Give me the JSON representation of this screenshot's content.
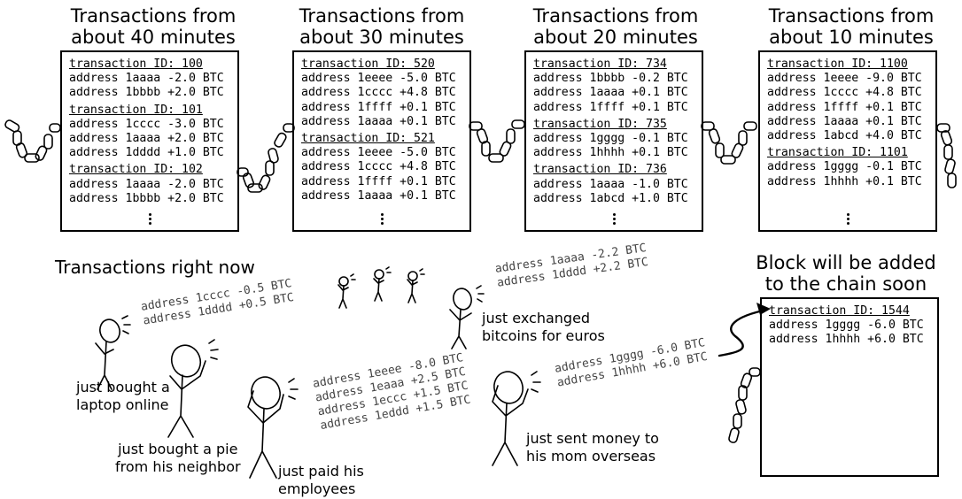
{
  "blocks": [
    {
      "title": [
        "Transactions from",
        "about 40 minutes ago"
      ],
      "transactions": [
        {
          "id": "transaction ID: 100",
          "lines": [
            "address 1aaaa -2.0 BTC",
            "address 1bbbb +2.0 BTC"
          ]
        },
        {
          "id": "transaction ID: 101",
          "lines": [
            "address 1cccc -3.0 BTC",
            "address 1aaaa +2.0 BTC",
            "address 1dddd +1.0 BTC"
          ]
        },
        {
          "id": "transaction ID: 102",
          "lines": [
            "address 1aaaa -2.0 BTC",
            "address 1bbbb +2.0 BTC"
          ]
        }
      ]
    },
    {
      "title": [
        "Transactions from",
        "about 30 minutes ago"
      ],
      "transactions": [
        {
          "id": "transaction ID: 520",
          "lines": [
            "address 1eeee -5.0 BTC",
            "address 1cccc +4.8 BTC",
            "address 1ffff +0.1 BTC",
            "address 1aaaa +0.1 BTC"
          ]
        },
        {
          "id": "transaction ID: 521",
          "lines": [
            "address 1eeee -5.0 BTC",
            "address 1cccc +4.8 BTC",
            "address 1ffff +0.1 BTC",
            "address 1aaaa +0.1 BTC"
          ]
        }
      ]
    },
    {
      "title": [
        "Transactions from",
        "about 20 minutes ago"
      ],
      "transactions": [
        {
          "id": "transaction ID: 734",
          "lines": [
            "address 1bbbb -0.2 BTC",
            "address 1aaaa +0.1 BTC",
            "address 1ffff +0.1 BTC"
          ]
        },
        {
          "id": "transaction ID: 735",
          "lines": [
            "address 1gggg -0.1 BTC",
            "address 1hhhh +0.1 BTC"
          ]
        },
        {
          "id": "transaction ID: 736",
          "lines": [
            "address 1aaaa -1.0 BTC",
            "address 1abcd +1.0 BTC"
          ]
        }
      ]
    },
    {
      "title": [
        "Transactions from",
        "about 10 minutes ago"
      ],
      "transactions": [
        {
          "id": "transaction ID: 1100",
          "lines": [
            "address 1eeee -9.0 BTC",
            "address 1cccc +4.8 BTC",
            "address 1ffff +0.1 BTC",
            "address 1aaaa +0.1 BTC",
            "address 1abcd +4.0 BTC"
          ]
        },
        {
          "id": "transaction ID: 1101",
          "lines": [
            "address 1gggg -0.1 BTC",
            "address 1hhhh +0.1 BTC"
          ]
        }
      ]
    }
  ],
  "now": {
    "heading": "Transactions right now",
    "pending_title": [
      "Block will be added",
      "to the chain soon"
    ],
    "pending_block": {
      "id": "transaction ID: 1544",
      "lines": [
        "address 1gggg -6.0 BTC",
        "address 1hhhh +6.0 BTC"
      ]
    },
    "tx_laptop": [
      "address 1cccc -0.5 BTC",
      "address 1dddd +0.5 BTC"
    ],
    "tx_euros": [
      "address 1aaaa -2.2 BTC",
      "address 1dddd +2.2 BTC"
    ],
    "tx_employees": [
      "address 1eeee -8.0 BTC",
      "address 1eaaa +2.5 BTC",
      "address 1eccc +1.5 BTC",
      "address 1eddd +1.5 BTC"
    ],
    "tx_mom": [
      "address 1gggg -6.0 BTC",
      "address 1hhhh +6.0 BTC"
    ],
    "captions": {
      "laptop": [
        "just bought a",
        "laptop online"
      ],
      "pie": [
        "just bought a pie",
        "from his neighbor"
      ],
      "employees": [
        "just paid his",
        "employees"
      ],
      "euros": [
        "just exchanged",
        "bitcoins for euros"
      ],
      "mom": [
        "just sent money to",
        "his mom overseas"
      ]
    }
  }
}
